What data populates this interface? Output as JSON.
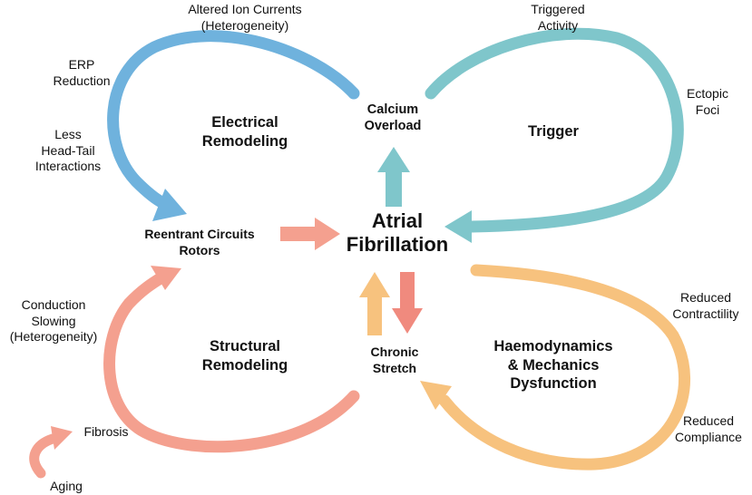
{
  "colors": {
    "electrical": "#6fb2dd",
    "trigger": "#7fc6cb",
    "structural": "#f4a08f",
    "haemo": "#f7c27e",
    "center_up": "#7fc6cb",
    "center_right": "#f4a08f",
    "stretch_up": "#f7c27e",
    "stretch_down": "#f08a7e",
    "aging": "#f4a08f"
  },
  "center": {
    "line1": "Atrial",
    "line2": "Fibrillation"
  },
  "calcium": {
    "line1": "Calcium",
    "line2": "Overload"
  },
  "stretch": {
    "line1": "Chronic",
    "line2": "Stretch"
  },
  "reentrant": {
    "line1": "Reentrant Circuits",
    "line2": "Rotors"
  },
  "loops": {
    "electrical": {
      "line1": "Electrical",
      "line2": "Remodeling"
    },
    "trigger": {
      "line1": "Trigger"
    },
    "structural": {
      "line1": "Structural",
      "line2": "Remodeling"
    },
    "haemo": {
      "line1": "Haemodynamics",
      "line2": "& Mechanics",
      "line3": "Dysfunction"
    }
  },
  "annotations": {
    "altered": {
      "line1": "Altered Ion Currents",
      "line2": "(Heterogeneity)"
    },
    "erp": {
      "line1": "ERP",
      "line2": "Reduction"
    },
    "less": {
      "line1": "Less",
      "line2": "Head-Tail",
      "line3": "Interactions"
    },
    "triggered": {
      "line1": "Triggered",
      "line2": "Activity"
    },
    "ectopic": {
      "line1": "Ectopic",
      "line2": "Foci"
    },
    "conduction": {
      "line1": "Conduction",
      "line2": "Slowing",
      "line3": "(Heterogeneity)"
    },
    "fibrosis": "Fibrosis",
    "aging": "Aging",
    "contractility": {
      "line1": "Reduced",
      "line2": "Contractility"
    },
    "compliance": {
      "line1": "Reduced",
      "line2": "Compliance"
    }
  }
}
